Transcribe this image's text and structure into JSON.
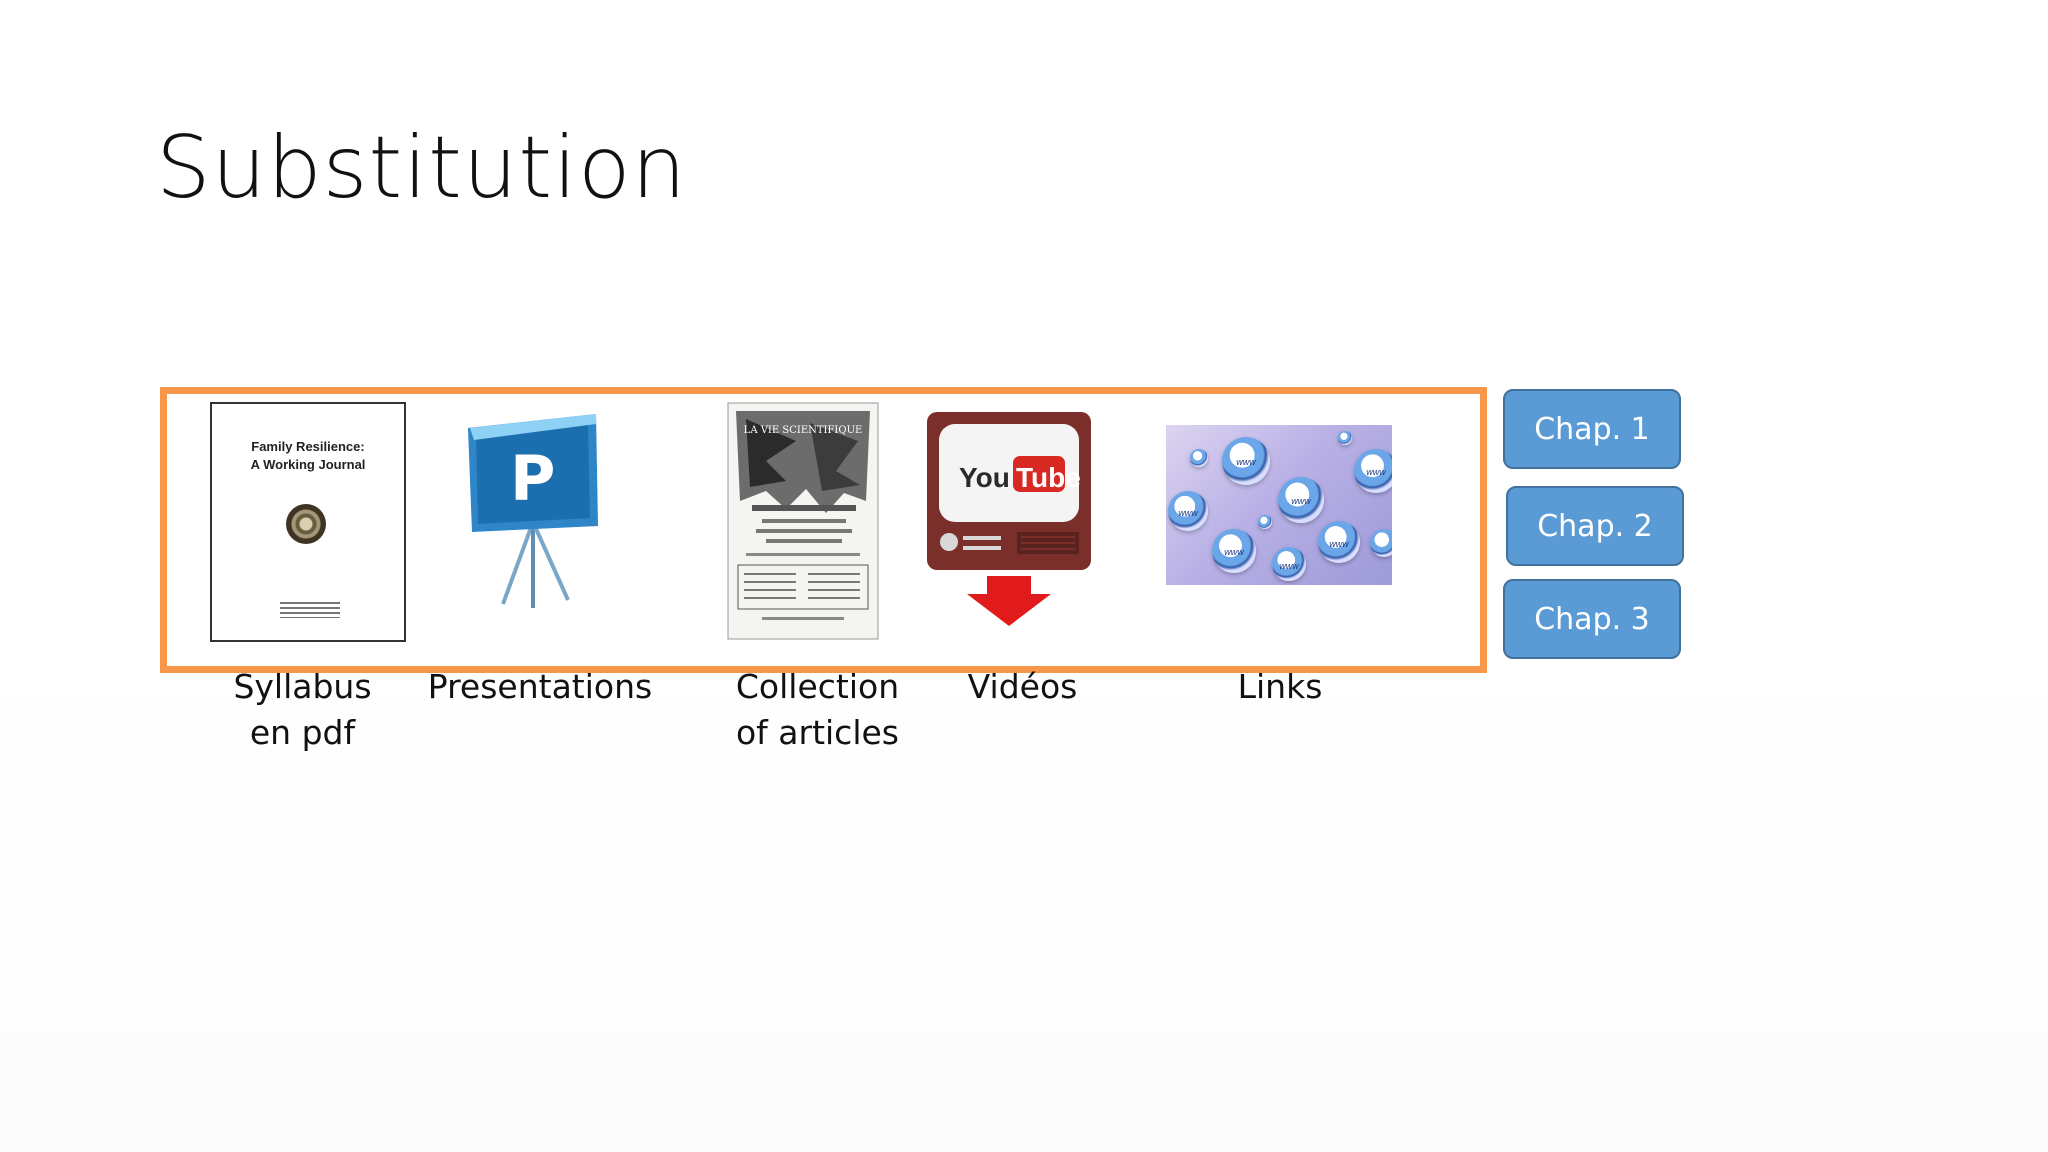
{
  "slide": {
    "title": "Substitution",
    "items": [
      {
        "caption_line1": "Syllabus",
        "caption_line2": "en pdf",
        "icon": "pdf-document-icon"
      },
      {
        "caption_line1": "Presentations",
        "caption_line2": "",
        "icon": "presentation-icon"
      },
      {
        "caption_line1": "Collection",
        "caption_line2": "of articles",
        "icon": "journal-cover-icon"
      },
      {
        "caption_line1": "Vidéos",
        "caption_line2": "",
        "icon": "youtube-tv-icon"
      },
      {
        "caption_line1": "Links",
        "caption_line2": "",
        "icon": "www-drops-icon"
      }
    ],
    "pdf": {
      "title_line1": "Family Resilience:",
      "title_line2": "A Working Journal"
    },
    "ppt_letter": "P",
    "journal_header": "LA VIE SCIENTIFIQUE",
    "youtube": {
      "you": "You",
      "tube": "Tube"
    },
    "link_drop_text": "www",
    "chapters": [
      {
        "label": "Chap. 1"
      },
      {
        "label": "Chap. 2"
      },
      {
        "label": "Chap. 3"
      }
    ],
    "colors": {
      "frame": "#f7974a",
      "button": "#5b9bd5",
      "button_border": "#41719c"
    }
  }
}
